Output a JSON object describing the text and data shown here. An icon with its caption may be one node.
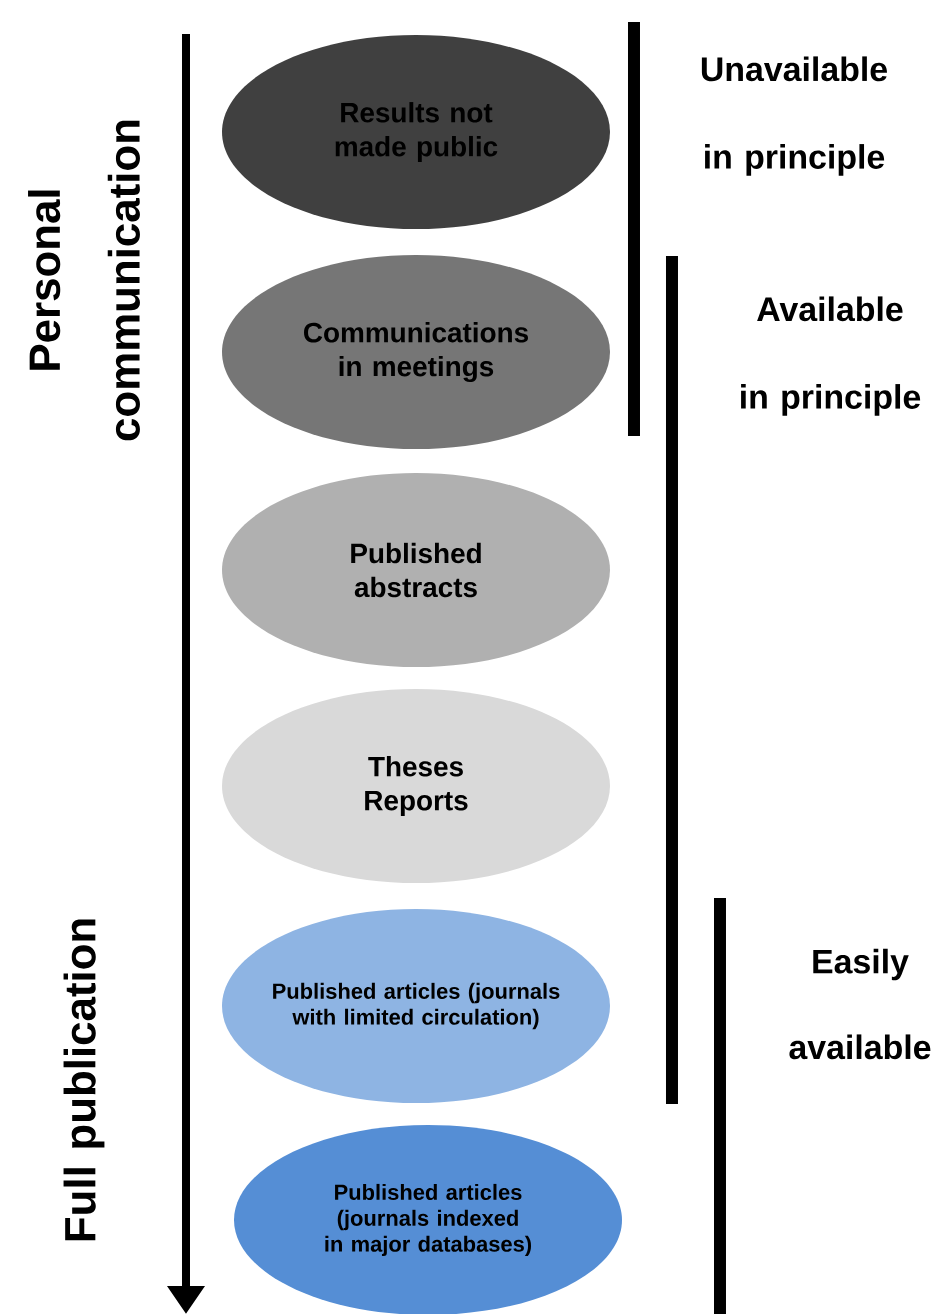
{
  "diagram": {
    "nodes": [
      {
        "text": [
          "Results not made public"
        ]
      },
      {
        "text": [
          "Communications in meetings"
        ]
      },
      {
        "text": [
          "Published abstracts"
        ]
      },
      {
        "text": [
          "Theses Reports"
        ]
      },
      {
        "text": [
          "Published articles (journals with limited circulation)"
        ]
      },
      {
        "text": [
          "Published articles (journals indexed in major databases)"
        ]
      }
    ],
    "labels": [
      "Personal communication",
      "Unavailable in principle",
      "Available in principle",
      "Easily available",
      "Full publication"
    ]
  }
}
